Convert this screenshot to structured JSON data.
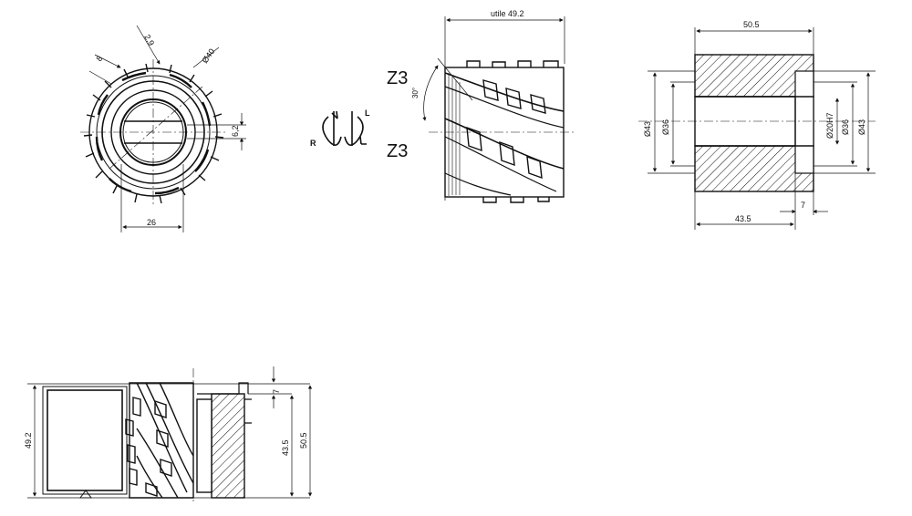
{
  "drawing": {
    "front_view": {
      "dim_2_9": "2,9",
      "dim_8": "8",
      "dim_dia40": "Ø40",
      "dim_6_2": "6,2",
      "dim_26": "26"
    },
    "rotation": {
      "label_r": "R",
      "label_l": "L"
    },
    "side_view": {
      "z3_top": "Z3",
      "z3_bottom": "Z3",
      "dim_utile": "utile 49.2",
      "angle_30": "30°"
    },
    "section_view": {
      "dim_50_5": "50.5",
      "dim_dia43_left": "Ø43",
      "dim_dia36_left": "Ø36",
      "dim_dia20h7": "Ø20H7",
      "dim_dia36_right": "Ø36",
      "dim_dia43_right": "Ø43",
      "dim_43_5": "43.5",
      "dim_7": "7"
    },
    "bottom_view": {
      "dim_49_2": "49.2",
      "dim_7": "7",
      "dim_43_5": "43.5",
      "dim_50_5": "50.5"
    },
    "colors": {
      "line": "#111111",
      "background": "#ffffff"
    }
  }
}
